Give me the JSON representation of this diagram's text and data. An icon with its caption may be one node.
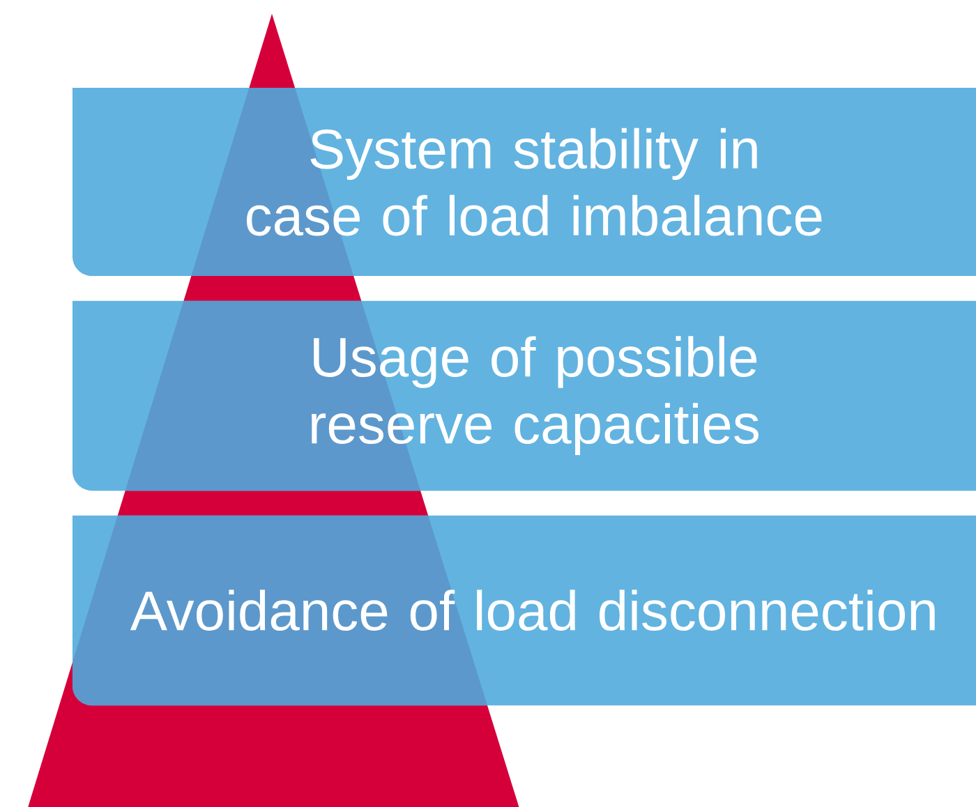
{
  "diagram": {
    "nodes": [
      {
        "text": [
          "System stability in case of load imbalance"
        ]
      },
      {
        "text": [
          "Usage of possible reserve capacities"
        ]
      },
      {
        "text": [
          "Avoidance of load disconnection"
        ]
      }
    ]
  }
}
